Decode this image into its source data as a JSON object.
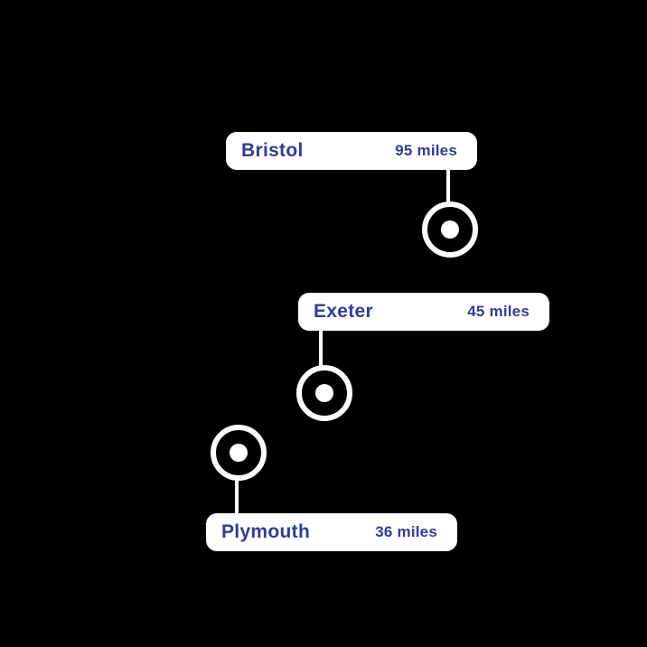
{
  "colors": {
    "background": "#000000",
    "label_background": "#ffffff",
    "label_text": "#323e8f",
    "marker": "#ffffff"
  },
  "pins": [
    {
      "name": "Bristol",
      "distance": "95 miles"
    },
    {
      "name": "Exeter",
      "distance": "45 miles"
    },
    {
      "name": "Plymouth",
      "distance": "36 miles"
    }
  ]
}
